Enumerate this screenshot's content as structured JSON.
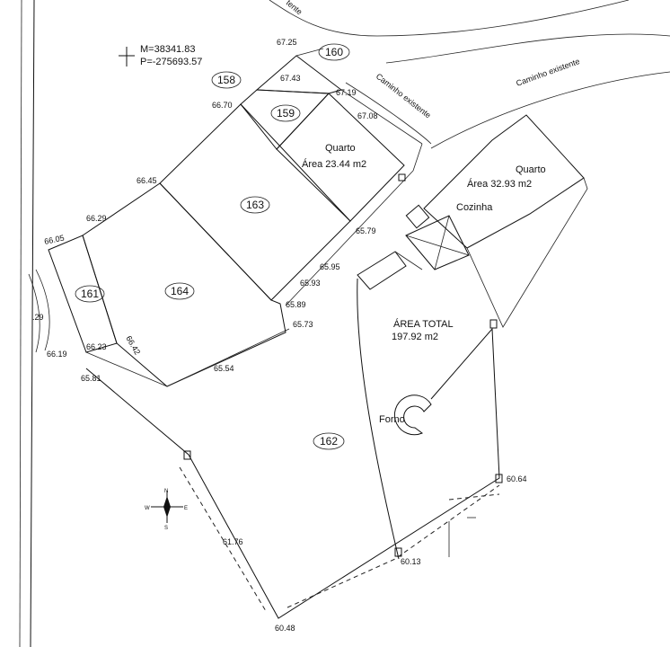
{
  "coords": {
    "m": "M=38341.83",
    "p": "P=-275693.57"
  },
  "parcels": {
    "p158": "158",
    "p159": "159",
    "p160": "160",
    "p161": "161",
    "p162": "162",
    "p163": "163",
    "p164": "164"
  },
  "rooms": {
    "quarto_label": "Quarto",
    "quarto1_area": "Área 23.44 m2",
    "quarto2_area": "Área 32.93 m2",
    "cozinha": "Cozinha",
    "forno": "Forno"
  },
  "area_total": {
    "label": "ÁREA TOTAL",
    "value": "197.92 m2"
  },
  "roads": {
    "caminho1": "Caminho existente",
    "caminho2": "Caminho existente",
    "top_fragment": "tente"
  },
  "elevations": [
    "67.25",
    "67.43",
    "67.19",
    "67.08",
    "66.70",
    "66.45",
    "66.29",
    "66.05",
    "65.79",
    "65.95",
    "65.93",
    "65.89",
    "65.73",
    "65.54",
    "66.42",
    "66.23",
    "66.19",
    "65.81",
    "60.64",
    "61.76",
    "60.13",
    "60.48",
    ".29"
  ],
  "compass": {
    "n": "N",
    "s": "S",
    "e": "E",
    "w": "W"
  }
}
